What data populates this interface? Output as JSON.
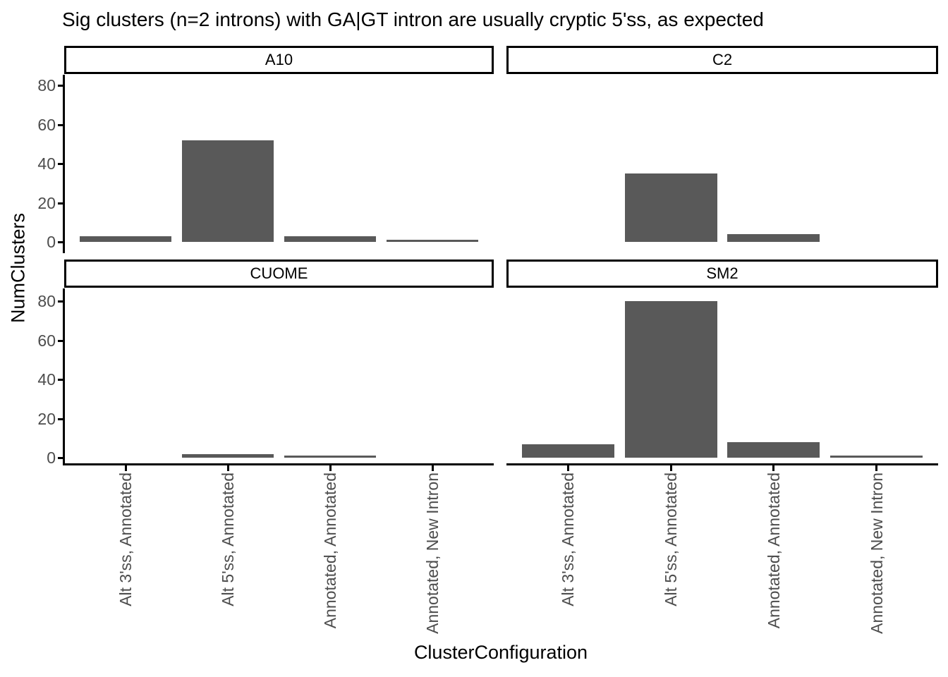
{
  "title": "Sig clusters (n=2 introns) with GA|GT intron are usually cryptic 5'ss, as expected",
  "chart_data": {
    "type": "bar",
    "faceted": true,
    "facet_layout": "2x2",
    "facets": [
      {
        "label": "A10",
        "values": [
          3,
          52,
          3,
          1
        ]
      },
      {
        "label": "C2",
        "values": [
          0,
          35,
          4,
          0
        ]
      },
      {
        "label": "CUOME",
        "values": [
          0,
          2,
          1,
          0
        ]
      },
      {
        "label": "SM2",
        "values": [
          7,
          80,
          8,
          1
        ]
      }
    ],
    "categories": [
      "Alt 3'ss, Annotated",
      "Alt 5'ss, Annotated",
      "Annotated, Annotated",
      "Annotated, New Intron"
    ],
    "xlabel": "ClusterConfiguration",
    "ylabel": "NumClusters",
    "y_ticks": [
      0,
      20,
      40,
      60,
      80
    ],
    "ylim": [
      0,
      84
    ],
    "grid": false,
    "legend": "none",
    "x_label_rotation_deg": 90,
    "bar_color": "#595959",
    "axis_text_color": "#4d4d4d",
    "axis_line_color": "#000000",
    "strip_background": "#ffffff",
    "strip_border_color": "#000000"
  }
}
